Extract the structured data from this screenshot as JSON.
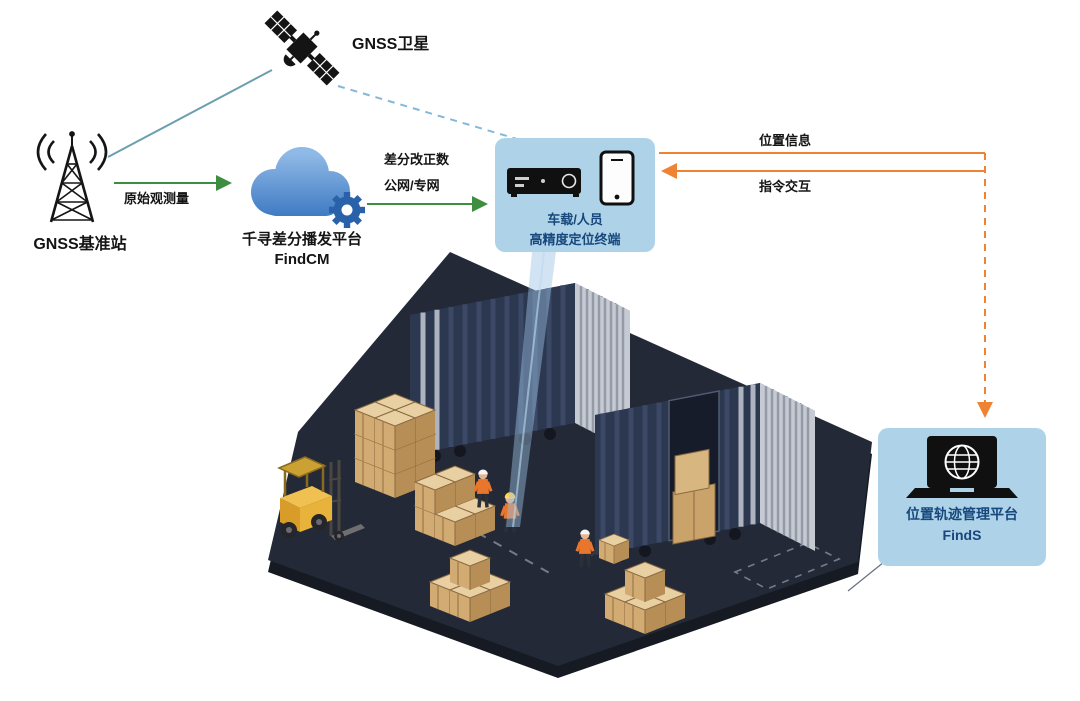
{
  "diagram": {
    "satellite": {
      "label": "GNSS卫星"
    },
    "base_station": {
      "label": "GNSS基准站"
    },
    "cloud_platform": {
      "name": "千寻差分播发平台",
      "product": "FindCM"
    },
    "terminal": {
      "line1": "车载/人员",
      "line2": "高精度定位终端"
    },
    "management_platform": {
      "name": "位置轨迹管理平台",
      "product": "FindS"
    },
    "links": {
      "raw_observation": "原始观测量",
      "correction_line1": "差分改正数",
      "correction_line2": "公网/专网",
      "position_info": "位置信息",
      "command_interaction": "指令交互"
    },
    "colors": {
      "link_green": "#3e8e41",
      "link_orange": "#ee8433",
      "link_teal": "#6b9fae",
      "link_dashed_blue": "#85b8d8",
      "panel_blue": "#aed3e8",
      "label_navy": "#17477c",
      "cloud_blue": "#3a77c1",
      "gear_blue": "#2a62aa",
      "container_navy": "#2c3850",
      "ground_dark": "#232936",
      "crate_tan": "#cfa972",
      "forklift_yellow": "#e8b33a",
      "beam_blue": "#9cc4e4"
    }
  }
}
